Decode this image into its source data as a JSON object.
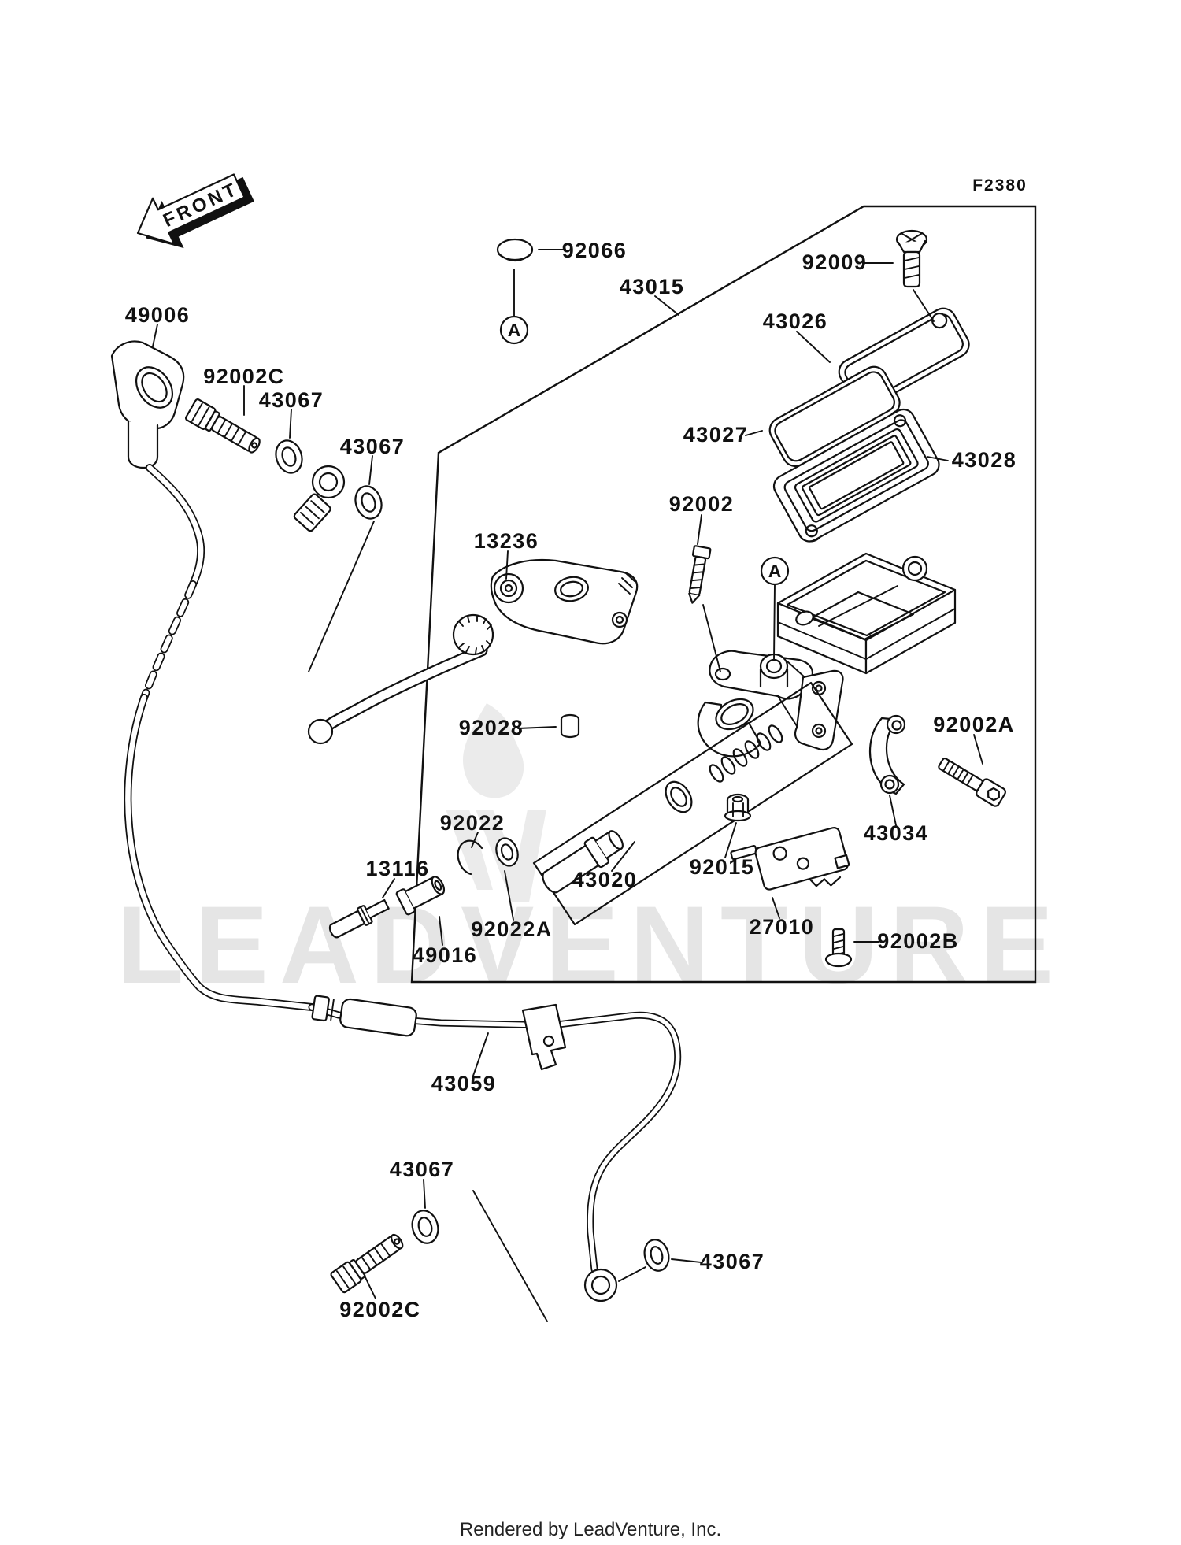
{
  "figure": {
    "code": "F2380",
    "front_label": "FRONT",
    "detail_marker_1": "A",
    "detail_marker_2": "A",
    "watermark": "LEADVENTURE",
    "footer_credit": "Rendered by LeadVenture, Inc."
  },
  "part_labels": {
    "l_92066": "92066",
    "l_43015": "43015",
    "l_92009": "92009",
    "l_43026": "43026",
    "l_43027": "43027",
    "l_43028": "43028",
    "l_92002": "92002",
    "l_13236": "13236",
    "l_49006": "49006",
    "l_92002c_1": "92002C",
    "l_43067_1": "43067",
    "l_43067_2": "43067",
    "l_92028": "92028",
    "l_92002a": "92002A",
    "l_43034": "43034",
    "l_92022": "92022",
    "l_13116": "13116",
    "l_92015": "92015",
    "l_43020": "43020",
    "l_92022a": "92022A",
    "l_49016": "49016",
    "l_27010": "27010",
    "l_92002b": "92002B",
    "l_43059": "43059",
    "l_43067_3": "43067",
    "l_43067_4": "43067",
    "l_92002c_2": "92002C"
  }
}
